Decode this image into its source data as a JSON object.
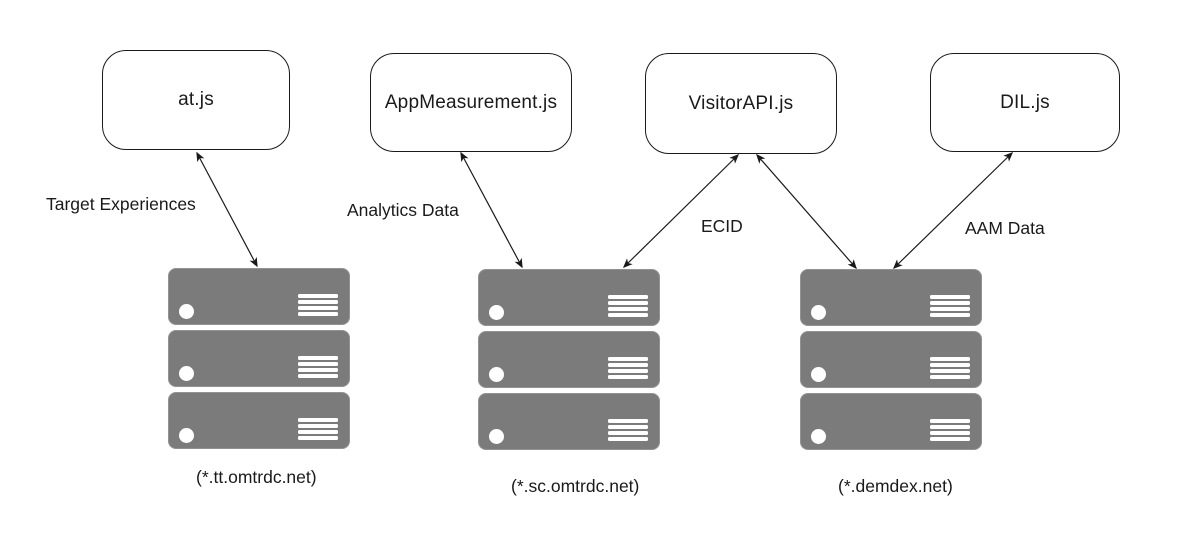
{
  "diagram": {
    "nodes": [
      {
        "id": "at-js",
        "label": "at.js"
      },
      {
        "id": "appmeasurement-js",
        "label": "AppMeasurement.js"
      },
      {
        "id": "visitorapi-js",
        "label": "VisitorAPI.js"
      },
      {
        "id": "dil-js",
        "label": "DIL.js"
      }
    ],
    "server_stacks": [
      {
        "id": "tt-omtrdc",
        "label": "(*.tt.omtrdc.net)",
        "units": 3
      },
      {
        "id": "sc-omtrdc",
        "label": "(*.sc.omtrdc.net)",
        "units": 3
      },
      {
        "id": "demdex",
        "label": "(*.demdex.net)",
        "units": 3
      }
    ],
    "edges": [
      {
        "from": "at.js",
        "to": "(*.tt.omtrdc.net)",
        "label": "Target Experiences",
        "bidirectional": true
      },
      {
        "from": "AppMeasurement.js",
        "to": "(*.sc.omtrdc.net)",
        "label": "Analytics Data",
        "bidirectional": true
      },
      {
        "from": "VisitorAPI.js",
        "to": "(*.sc.omtrdc.net)",
        "label": "ECID",
        "bidirectional": true
      },
      {
        "from": "VisitorAPI.js",
        "to": "(*.demdex.net)",
        "label": "",
        "bidirectional": true
      },
      {
        "from": "DIL.js",
        "to": "(*.demdex.net)",
        "label": "AAM Data",
        "bidirectional": true
      }
    ],
    "colors": {
      "background": "#ffffff",
      "node_border": "#1a1a1a",
      "arrow": "#1a1a1a",
      "text": "#1a1a1a",
      "server_fill": "#7b7b7b",
      "server_detail": "#ffffff"
    }
  }
}
